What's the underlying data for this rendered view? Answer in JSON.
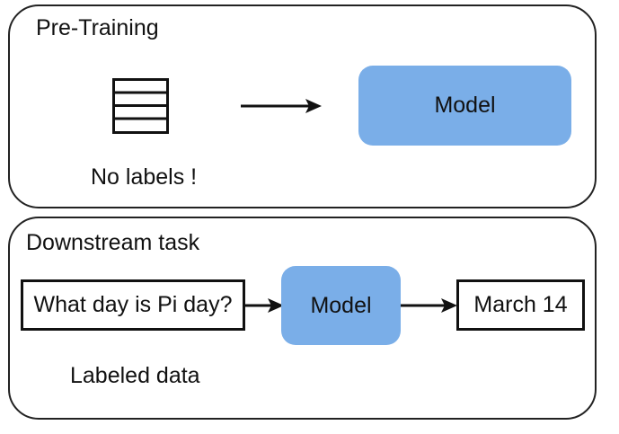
{
  "pretraining": {
    "title": "Pre-Training",
    "dataset_icon": "table-rows-icon",
    "caption": "No labels !",
    "model_label": "Model"
  },
  "downstream": {
    "title": "Downstream task",
    "input_text": "What day is Pi day?",
    "model_label": "Model",
    "output_text": "March 14",
    "caption": "Labeled data"
  },
  "colors": {
    "model_fill": "#7aaee8",
    "stroke": "#111111"
  }
}
